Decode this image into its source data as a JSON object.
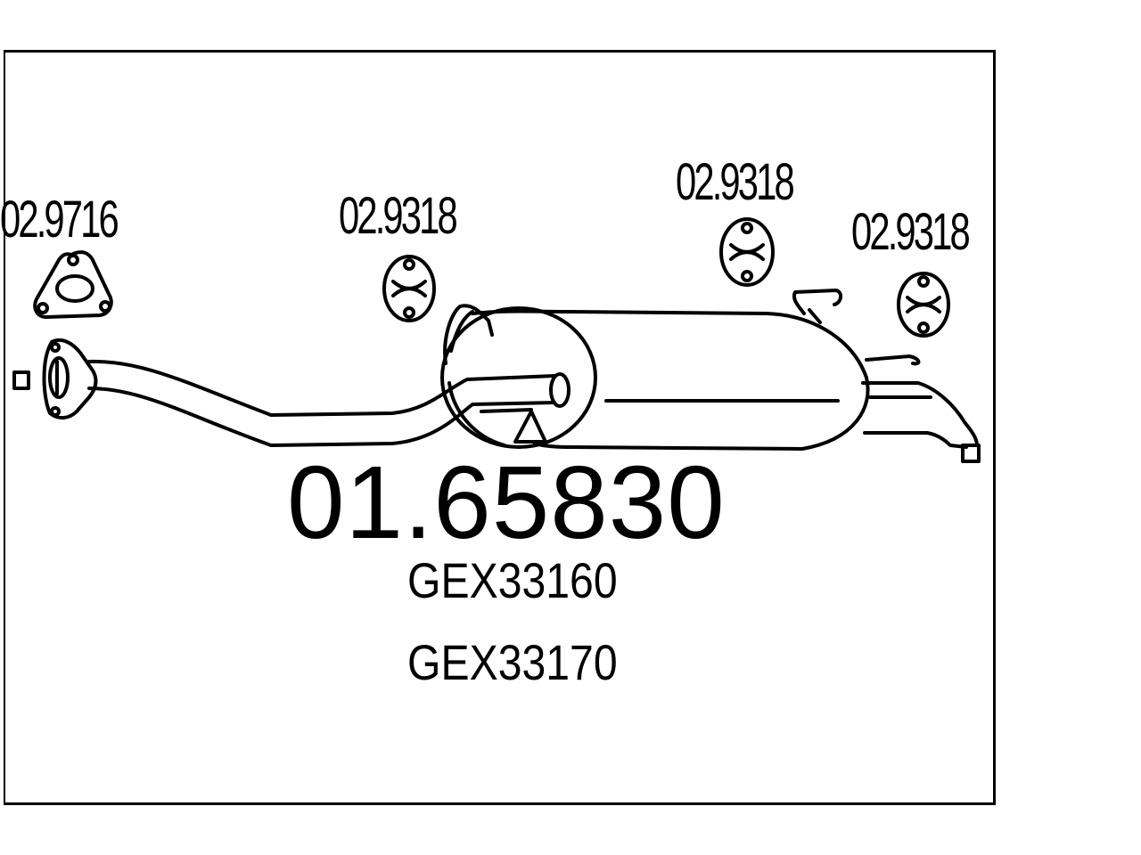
{
  "drawing": {
    "main_part_number": "01.65830",
    "oem_numbers": [
      "GEX33160",
      "GEX33170"
    ],
    "accessories": [
      {
        "part_number": "02.9716",
        "icon": "flange-gasket-icon"
      },
      {
        "part_number": "02.9318",
        "icon": "rubber-hanger-icon"
      },
      {
        "part_number": "02.9318",
        "icon": "rubber-hanger-icon"
      },
      {
        "part_number": "02.9318",
        "icon": "rubber-hanger-icon"
      }
    ],
    "line_color": "#000000",
    "background_color": "#ffffff"
  }
}
